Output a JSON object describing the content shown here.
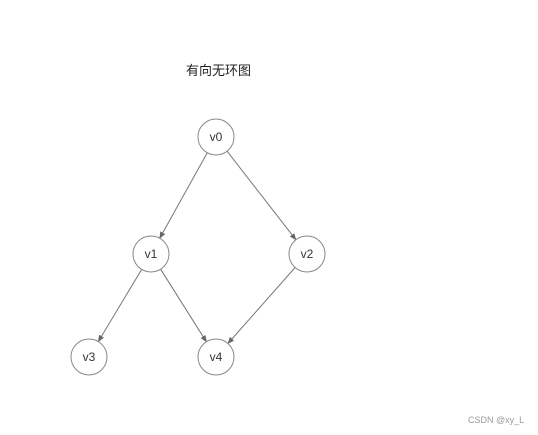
{
  "title": "有向无环图",
  "watermark": "CSDN @xy_L",
  "colors": {
    "node_stroke": "#888888",
    "edge_stroke": "#777777",
    "arrow_fill": "#666666",
    "label": "#333333"
  },
  "nodes": [
    {
      "id": "v0",
      "label": "v0"
    },
    {
      "id": "v1",
      "label": "v1"
    },
    {
      "id": "v2",
      "label": "v2"
    },
    {
      "id": "v3",
      "label": "v3"
    },
    {
      "id": "v4",
      "label": "v4"
    }
  ],
  "edges": [
    {
      "from": "v0",
      "to": "v1"
    },
    {
      "from": "v0",
      "to": "v2"
    },
    {
      "from": "v1",
      "to": "v3"
    },
    {
      "from": "v1",
      "to": "v4"
    },
    {
      "from": "v2",
      "to": "v4"
    }
  ]
}
